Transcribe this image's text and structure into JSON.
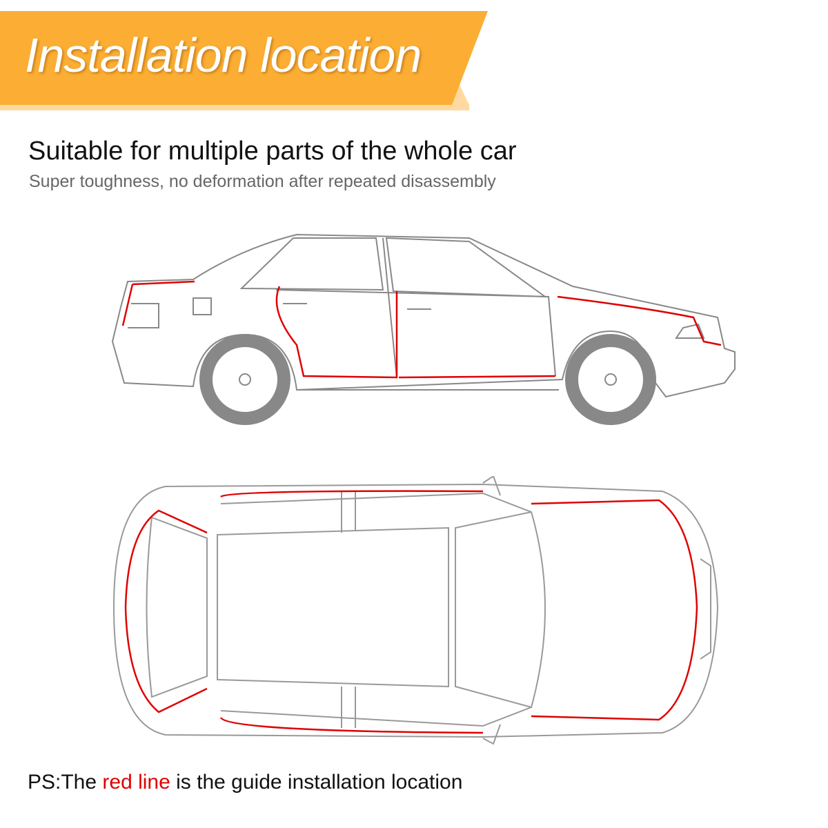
{
  "banner": {
    "title": "Installation location",
    "color": "#FBAE33"
  },
  "headline": "Suitable for multiple parts of the whole car",
  "subheadline": "Super toughness, no deformation after repeated disassembly",
  "note": {
    "prefix": "PS:The ",
    "highlight": "red line",
    "suffix": " is the guide installation location",
    "highlight_color": "#E00000"
  }
}
